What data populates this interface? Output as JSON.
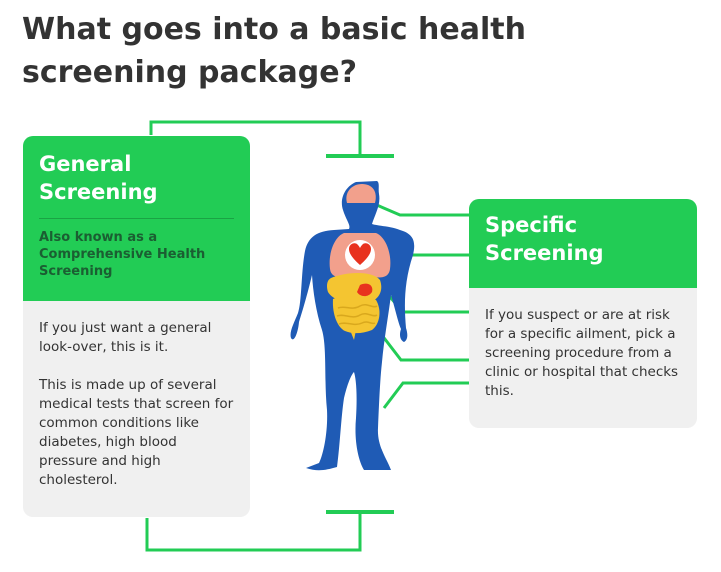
{
  "title": "What goes into a basic health screening package?",
  "general": {
    "heading": "General Screening",
    "subheading": "Also known as a Comprehensive Health Screening",
    "paragraph1": "If you just want a general look-over, this is it.",
    "paragraph2": "This is made up of several medical tests that screen for common conditions like diabetes, high blood pressure and high cholesterol."
  },
  "specific": {
    "heading": "Specific Screening",
    "paragraph1": "If you suspect or are at risk for a specific ailment, pick a screening procedure from a clinic or hospital that checks this."
  },
  "colors": {
    "accent_green": "#22cc55",
    "body_blue": "#1f5bb5",
    "organ_pink": "#f2a08c",
    "stomach_yellow": "#f4c531",
    "heart_red": "#e8321e",
    "card_grey": "#f0f0f0"
  },
  "icons": [
    "human-body-illustration",
    "heart-icon"
  ]
}
